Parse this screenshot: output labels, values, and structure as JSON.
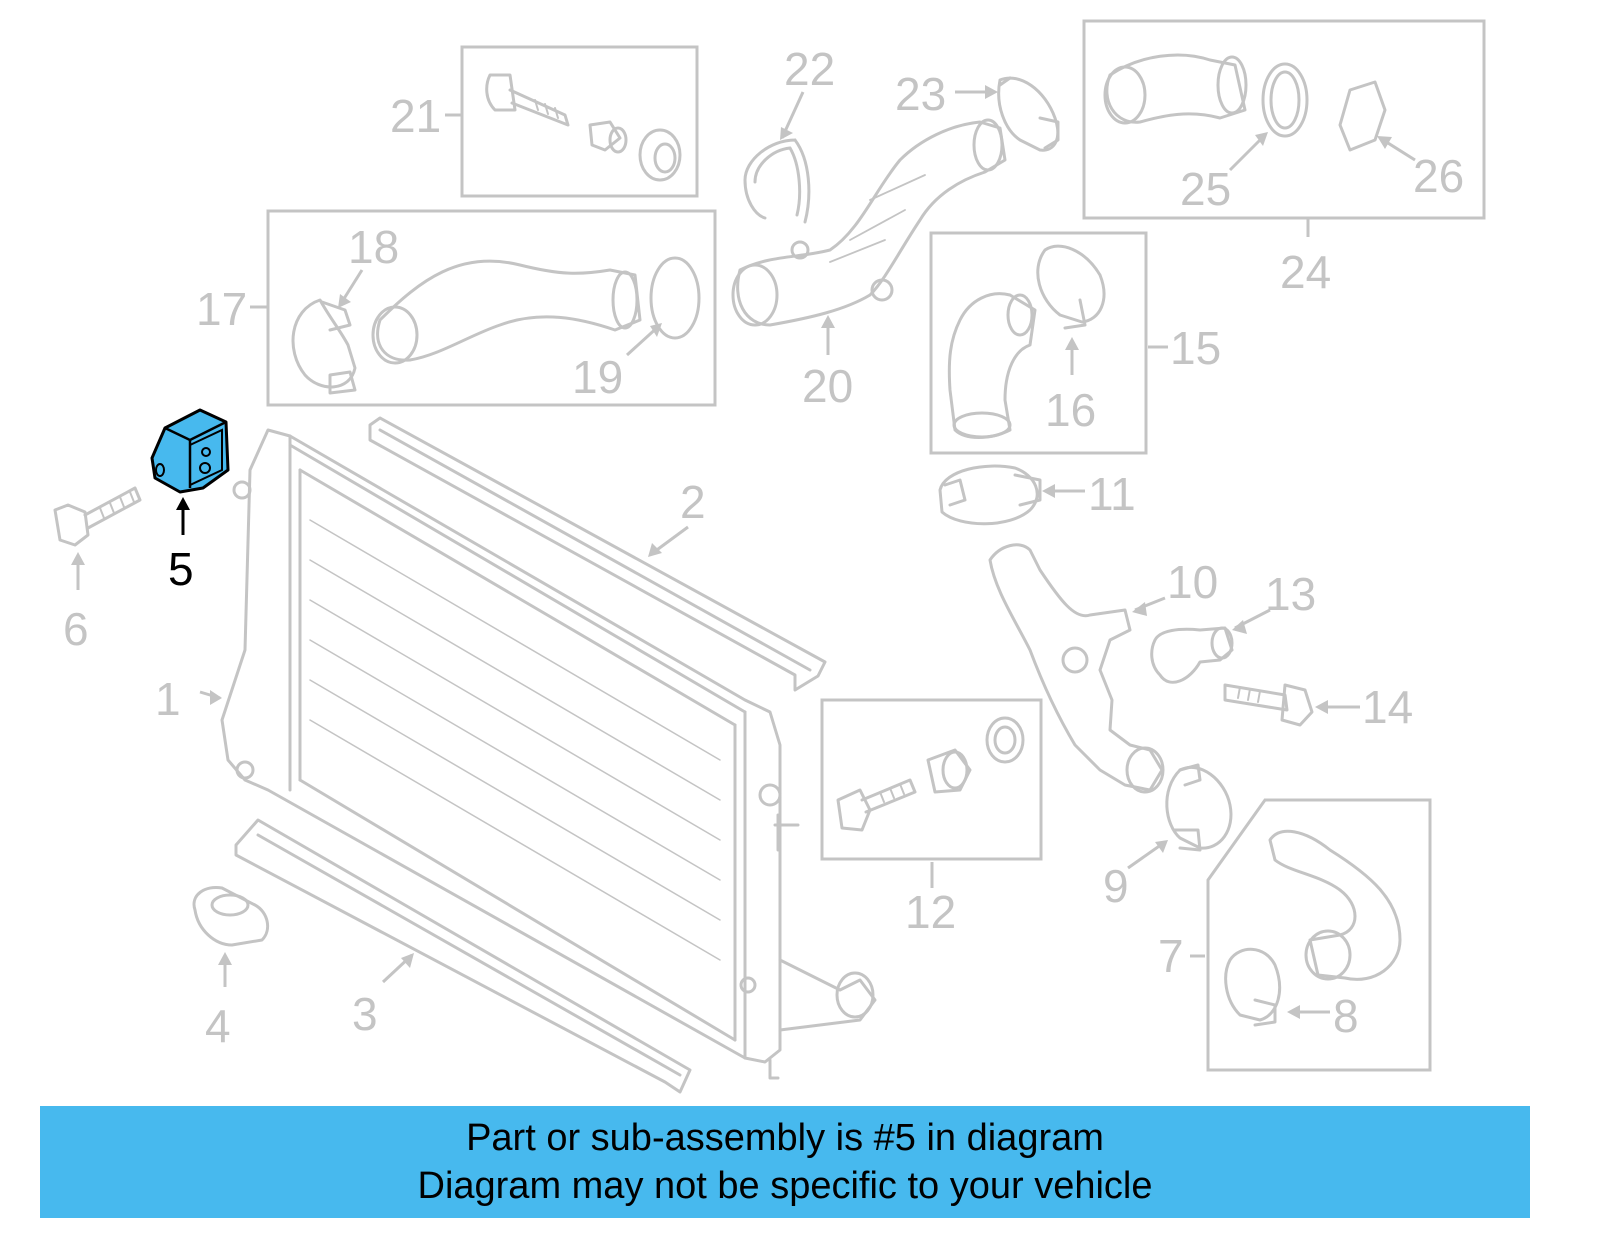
{
  "diagram": {
    "callouts": [
      {
        "id": "1",
        "label": "1"
      },
      {
        "id": "2",
        "label": "2"
      },
      {
        "id": "3",
        "label": "3"
      },
      {
        "id": "4",
        "label": "4"
      },
      {
        "id": "5",
        "label": "5"
      },
      {
        "id": "6",
        "label": "6"
      },
      {
        "id": "7",
        "label": "7"
      },
      {
        "id": "8",
        "label": "8"
      },
      {
        "id": "9",
        "label": "9"
      },
      {
        "id": "10",
        "label": "10"
      },
      {
        "id": "11",
        "label": "11"
      },
      {
        "id": "12",
        "label": "12"
      },
      {
        "id": "13",
        "label": "13"
      },
      {
        "id": "14",
        "label": "14"
      },
      {
        "id": "15",
        "label": "15"
      },
      {
        "id": "16",
        "label": "16"
      },
      {
        "id": "17",
        "label": "17"
      },
      {
        "id": "18",
        "label": "18"
      },
      {
        "id": "19",
        "label": "19"
      },
      {
        "id": "20",
        "label": "20"
      },
      {
        "id": "21",
        "label": "21"
      },
      {
        "id": "22",
        "label": "22"
      },
      {
        "id": "23",
        "label": "23"
      },
      {
        "id": "24",
        "label": "24"
      },
      {
        "id": "25",
        "label": "25"
      },
      {
        "id": "26",
        "label": "26"
      }
    ],
    "highlighted_part": "5",
    "colors": {
      "highlight": "#47b9ee",
      "line": "#c4c4c4",
      "banner": "#47b9ee"
    }
  },
  "banner": {
    "line1": "Part or sub-assembly is #5 in diagram",
    "line2": "Diagram may not be specific to your vehicle"
  }
}
